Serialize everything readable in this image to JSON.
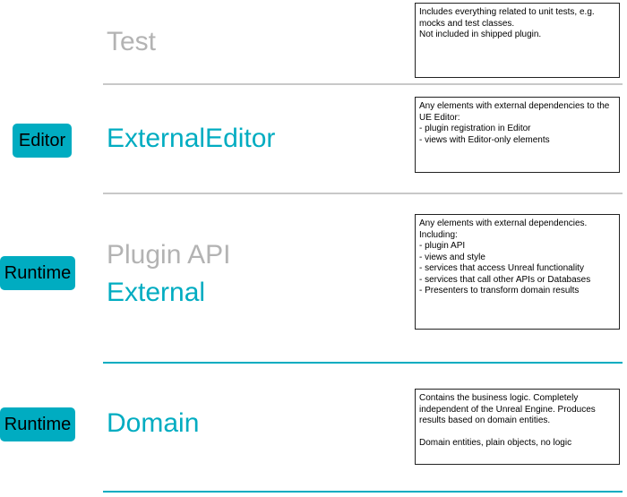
{
  "colors": {
    "accent": "#00acc1",
    "muted_title": "#b3b3b3",
    "divider_grey": "#c8c8c8"
  },
  "layers": {
    "test": {
      "title": "Test",
      "note": "Includes everything related to unit tests, e.g. mocks and test classes.\nNot included in shipped plugin."
    },
    "external_editor": {
      "badge": "Editor",
      "title": "ExternalEditor",
      "note": "Any elements with external dependencies to the UE Editor:\n- plugin registration in Editor\n- views with Editor-only elements"
    },
    "external": {
      "badge": "Runtime",
      "title_upper": "Plugin API",
      "title_lower": "External",
      "note": "Any elements with external dependencies. Including:\n- plugin API\n- views and style\n- services that access Unreal functionality\n- services that call other APIs or Databases\n- Presenters to transform domain results"
    },
    "domain": {
      "badge": "Runtime",
      "title": "Domain",
      "note": "Contains the business logic. Completely independent of the Unreal Engine. Produces results based on domain entities.\n\nDomain entities, plain objects, no logic"
    }
  }
}
